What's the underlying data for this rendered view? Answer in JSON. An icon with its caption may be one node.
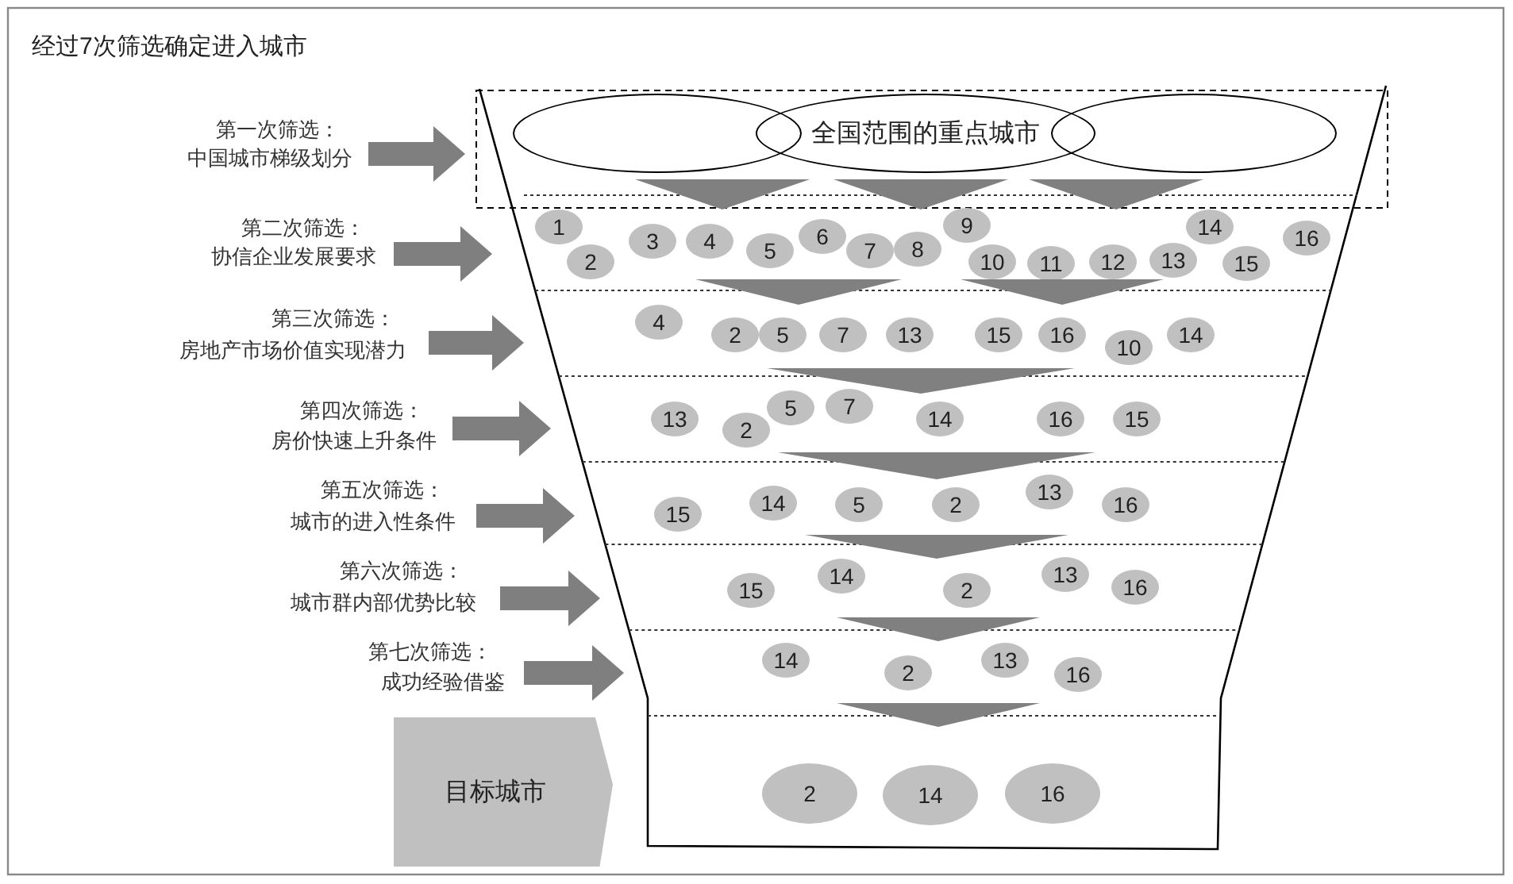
{
  "diagram": {
    "title": "经过7次筛选确定进入城市",
    "nodes": [
      {
        "text": [],
        "shape": "ellipse"
      },
      {
        "text": [
          "全国范围的重点城市"
        ]
      },
      {
        "text": [],
        "shape": "ellipse"
      },
      {
        "text": [
          "1"
        ]
      },
      {
        "text": [
          "2"
        ]
      },
      {
        "text": [
          "3"
        ]
      },
      {
        "text": [
          "4"
        ]
      },
      {
        "text": [
          "5"
        ]
      },
      {
        "text": [
          "6"
        ]
      },
      {
        "text": [
          "7"
        ]
      },
      {
        "text": [
          "8"
        ]
      },
      {
        "text": [
          "9"
        ]
      },
      {
        "text": [
          "10"
        ]
      },
      {
        "text": [
          "11"
        ]
      },
      {
        "text": [
          "12"
        ]
      },
      {
        "text": [
          "13"
        ]
      },
      {
        "text": [
          "14"
        ]
      },
      {
        "text": [
          "15"
        ]
      },
      {
        "text": [
          "16"
        ]
      },
      {
        "text": [
          "4"
        ]
      },
      {
        "text": [
          "2"
        ]
      },
      {
        "text": [
          "5"
        ]
      },
      {
        "text": [
          "7"
        ]
      },
      {
        "text": [
          "13"
        ]
      },
      {
        "text": [
          "15"
        ]
      },
      {
        "text": [
          "16"
        ]
      },
      {
        "text": [
          "10"
        ]
      },
      {
        "text": [
          "14"
        ]
      },
      {
        "text": [
          "13"
        ]
      },
      {
        "text": [
          "2"
        ]
      },
      {
        "text": [
          "5"
        ]
      },
      {
        "text": [
          "7"
        ]
      },
      {
        "text": [
          "14"
        ]
      },
      {
        "text": [
          "16"
        ]
      },
      {
        "text": [
          "15"
        ]
      },
      {
        "text": [
          "15"
        ]
      },
      {
        "text": [
          "14"
        ]
      },
      {
        "text": [
          "5"
        ]
      },
      {
        "text": [
          "2"
        ]
      },
      {
        "text": [
          "13"
        ]
      },
      {
        "text": [
          "16"
        ]
      },
      {
        "text": [
          "15"
        ]
      },
      {
        "text": [
          "14"
        ]
      },
      {
        "text": [
          "2"
        ]
      },
      {
        "text": [
          "13"
        ]
      },
      {
        "text": [
          "16"
        ]
      },
      {
        "text": [
          "14"
        ]
      },
      {
        "text": [
          "2"
        ]
      },
      {
        "text": [
          "13"
        ]
      },
      {
        "text": [
          "16"
        ]
      },
      {
        "text": [
          "目标城市"
        ]
      },
      {
        "text": [
          "2"
        ]
      },
      {
        "text": [
          "14"
        ]
      },
      {
        "text": [
          "16"
        ]
      },
      {
        "text": [],
        "shape": "triangle"
      },
      {
        "text": [],
        "shape": "triangle"
      },
      {
        "text": [],
        "shape": "triangle"
      },
      {
        "text": [],
        "shape": "triangle"
      },
      {
        "text": [],
        "shape": "triangle"
      },
      {
        "text": [],
        "shape": "triangle"
      },
      {
        "text": [],
        "shape": "triangle"
      },
      {
        "text": [],
        "shape": "triangle"
      },
      {
        "text": [],
        "shape": "triangle"
      },
      {
        "text": [],
        "shape": "triangle"
      }
    ],
    "labels": [
      "第一次筛选：",
      "中国城市梯级划分",
      "第二次筛选：",
      "协信企业发展要求",
      "第三次筛选：",
      "房地产市场价值实现潜力",
      "第四次筛选：",
      "房价快速上升条件",
      "第五次筛选：",
      "城市的进入性条件",
      "第六次筛选：",
      "城市群内部优势比较",
      "第七次筛选：",
      "成功经验借鉴"
    ]
  }
}
